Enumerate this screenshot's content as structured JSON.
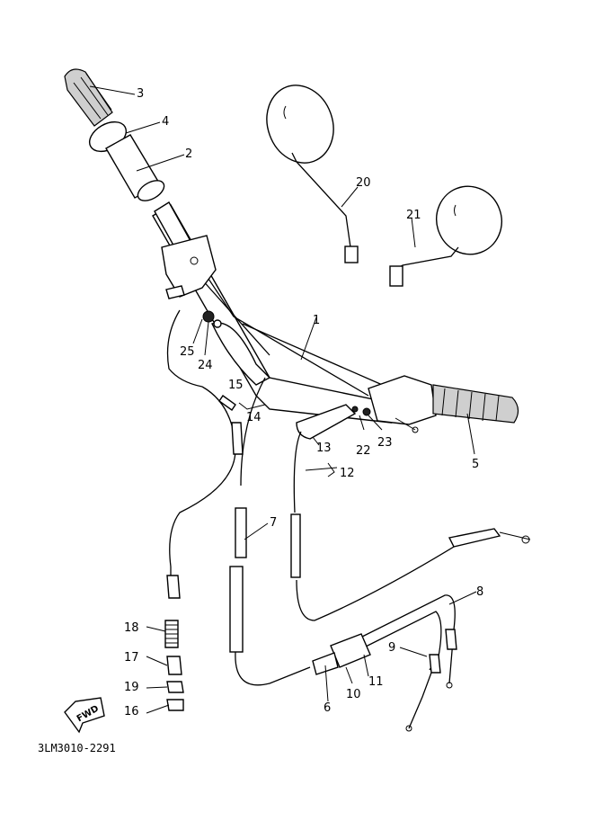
{
  "diagram": {
    "code": "3LM3010-2291",
    "fwd_label": "FWD",
    "callouts": [
      "1",
      "2",
      "3",
      "4",
      "5",
      "6",
      "7",
      "8",
      "9",
      "10",
      "11",
      "12",
      "13",
      "14",
      "15",
      "16",
      "17",
      "18",
      "19",
      "20",
      "21",
      "22",
      "23",
      "24",
      "25"
    ]
  }
}
